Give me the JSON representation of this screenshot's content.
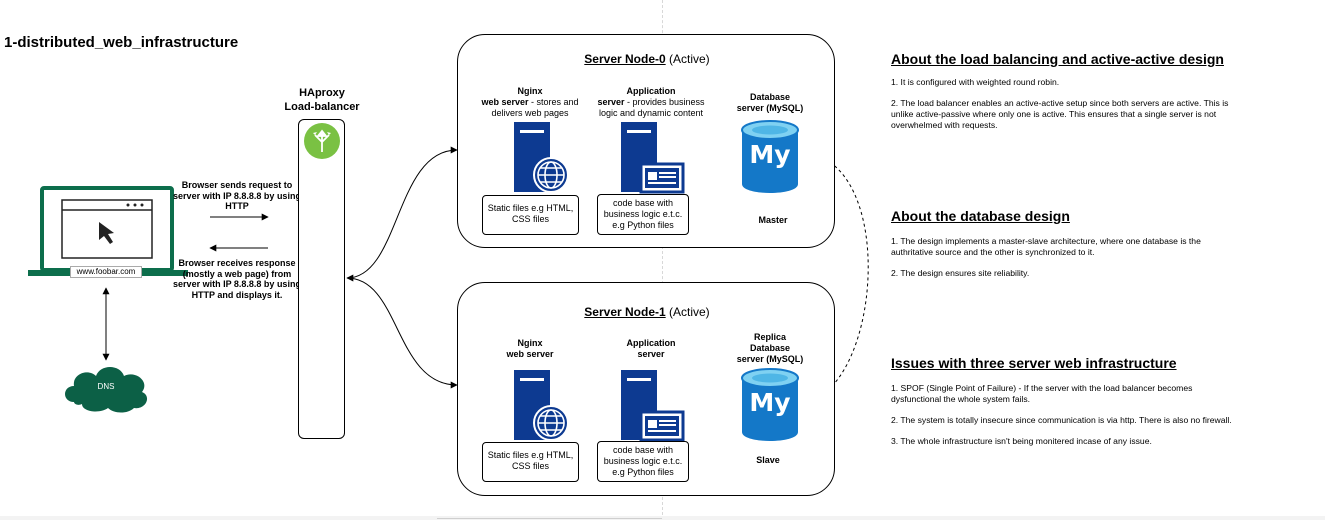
{
  "title": "1-distributed_web_infrastructure",
  "load_balancer": {
    "name": "HAproxy",
    "role": "Load-balancer"
  },
  "client": {
    "url": "www.foobar.com",
    "dns_label": "DNS"
  },
  "messages": {
    "request": "Browser sends request to server with IP 8.8.8.8 by using HTTP",
    "response": "Browser receives response (mostly a web page) from server with IP 8.8.8.8 by using HTTP and displays it."
  },
  "nodes": [
    {
      "title_main": "Server Node-0",
      "title_status": " (Active)",
      "web": {
        "name": "Nginx",
        "role": "web server",
        "desc": " - stores and delivers web pages"
      },
      "app": {
        "name": "Application",
        "role": "server",
        "desc": " - provides business logic and dynamic content"
      },
      "db": {
        "prefix": "",
        "name": "Database",
        "engine": "server (MySQL)",
        "role": "Master"
      },
      "static_note": "Static files e.g HTML, CSS files",
      "code_note": "code base with business logic e.t.c. e.g Python files"
    },
    {
      "title_main": "Server Node-1",
      "title_status": " (Active)",
      "web": {
        "name": "Nginx",
        "role": "web server",
        "desc": ""
      },
      "app": {
        "name": "Application",
        "role": "server",
        "desc": ""
      },
      "db": {
        "prefix": "Replica",
        "name": "Database",
        "engine": "server (MySQL)",
        "role": "Slave"
      },
      "static_note": "Static files e.g HTML, CSS files",
      "code_note": "code base with business logic e.t.c. e.g Python files"
    }
  ],
  "db_logo_text": "My",
  "sections": [
    {
      "heading": "About the load balancing and active-active design",
      "items": [
        "1. It is configured with weighted round robin.",
        "2. The load balancer enables an active-active setup since both servers are active. This is unlike active-passive where only one is active. This ensures that a single server is not overwhelmed with requests."
      ]
    },
    {
      "heading": "About the database design",
      "items": [
        "1. The design implements a master-slave architecture, where one database is the authritative source and the other is synchronized to it.",
        "2. The design ensures site reliability."
      ]
    },
    {
      "heading": "Issues with three server web infrastructure",
      "items": [
        "1. SPOF (Single Point of Failure) - If the server with the load balancer becomes dysfunctional the whole system fails.",
        "2. The system is totally insecure since communication is via http. There is also no firewall.",
        "3. The whole infrastructure isn't being monitered incase of any issue."
      ]
    }
  ],
  "colors": {
    "server_blue": "#0d3a91",
    "db_blue": "#1478c8",
    "db_top": "#7fd1f2",
    "monitor_green": "#0d6e4c",
    "dns_green": "#0c6046",
    "lb_icon_green": "#7ac143"
  }
}
